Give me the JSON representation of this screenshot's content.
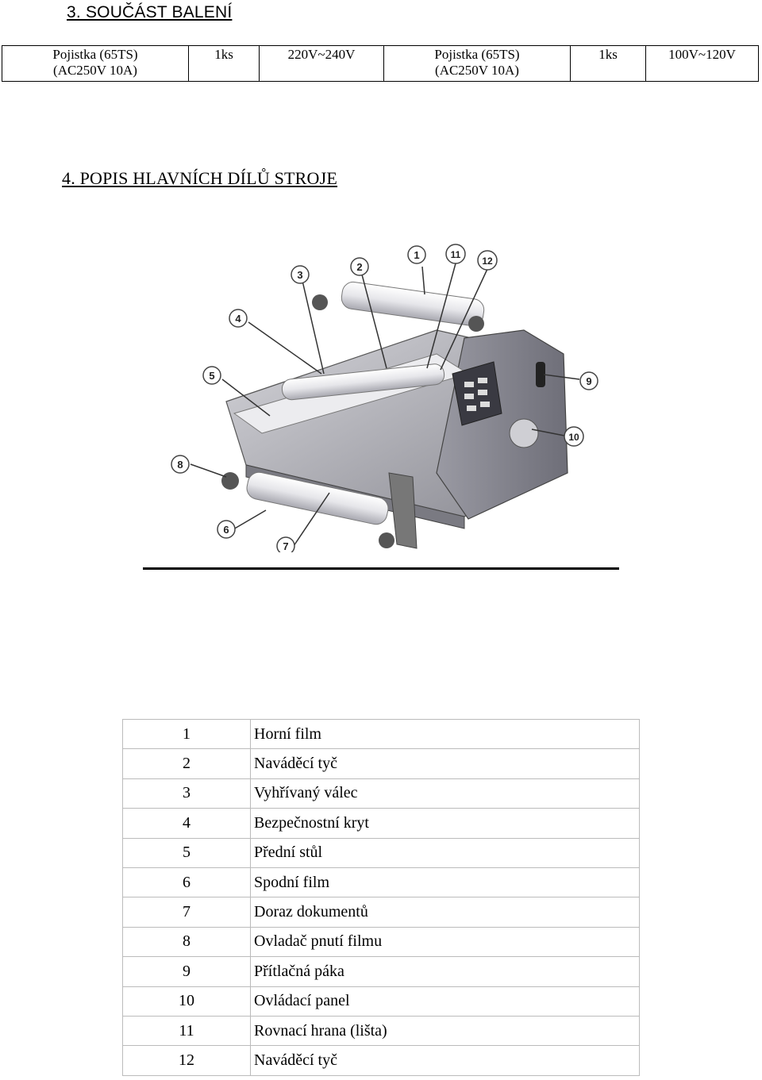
{
  "section3": {
    "title": "3.  SOUČÁST BALENÍ"
  },
  "package_table": {
    "fuse_label_1": "Pojistka (65TS)",
    "fuse_spec_1": "(AC250V   10A)",
    "qty_1": "1ks",
    "voltage_1": "220V~240V",
    "fuse_label_2": "Pojistka (65TS)",
    "fuse_spec_2": "(AC250V   10A)",
    "qty_2": "1ks",
    "voltage_2": "100V~120V"
  },
  "section4": {
    "title": "4. POPIS HLAVNÍCH DÍLŮ STROJE"
  },
  "figure": {
    "callouts": [
      "1",
      "2",
      "3",
      "4",
      "5",
      "6",
      "7",
      "8",
      "9",
      "10",
      "11",
      "12"
    ]
  },
  "parts": [
    {
      "num": "1",
      "name": "Horní film"
    },
    {
      "num": "2",
      "name": "Naváděcí tyč"
    },
    {
      "num": "3",
      "name": "Vyhřívaný válec"
    },
    {
      "num": "4",
      "name": "Bezpečnostní kryt"
    },
    {
      "num": "5",
      "name": "Přední stůl"
    },
    {
      "num": "6",
      "name": "Spodní film"
    },
    {
      "num": "7",
      "name": "Doraz dokumentů"
    },
    {
      "num": "8",
      "name": "Ovladač pnutí filmu"
    },
    {
      "num": "9",
      "name": "Přítlačná páka"
    },
    {
      "num": "10",
      "name": "Ovládací panel"
    },
    {
      "num": "11",
      "name": "Rovnací hrana (lišta)"
    },
    {
      "num": "12",
      "name": "Naváděcí tyč"
    }
  ]
}
